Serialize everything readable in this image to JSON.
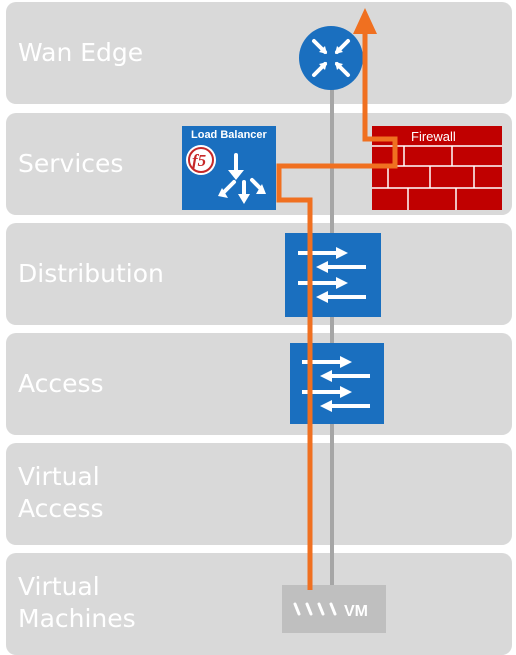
{
  "tiers": [
    {
      "label": "Wan Edge"
    },
    {
      "label": "Services"
    },
    {
      "label": "Distribution"
    },
    {
      "label": "Access"
    },
    {
      "label": "Virtual\nAccess"
    },
    {
      "label": "Virtual\nMachines"
    }
  ],
  "devices": {
    "load_balancer_label": "Load Balancer",
    "f5_logo_text": "f5",
    "firewall_label": "Firewall",
    "vm_label": "VM"
  },
  "colors": {
    "tier_bg": "#d9d9d9",
    "device_blue": "#1a6fbf",
    "firewall_red": "#c00000",
    "traffic_path": "#f07020",
    "backbone_line": "#a6a6a6",
    "vm_box": "#bfbfbf"
  },
  "icons": [
    "router-icon",
    "switch-icon",
    "load-balancer-icon",
    "f5-logo-icon",
    "firewall-icon",
    "vm-icon",
    "arrow-up-icon"
  ]
}
